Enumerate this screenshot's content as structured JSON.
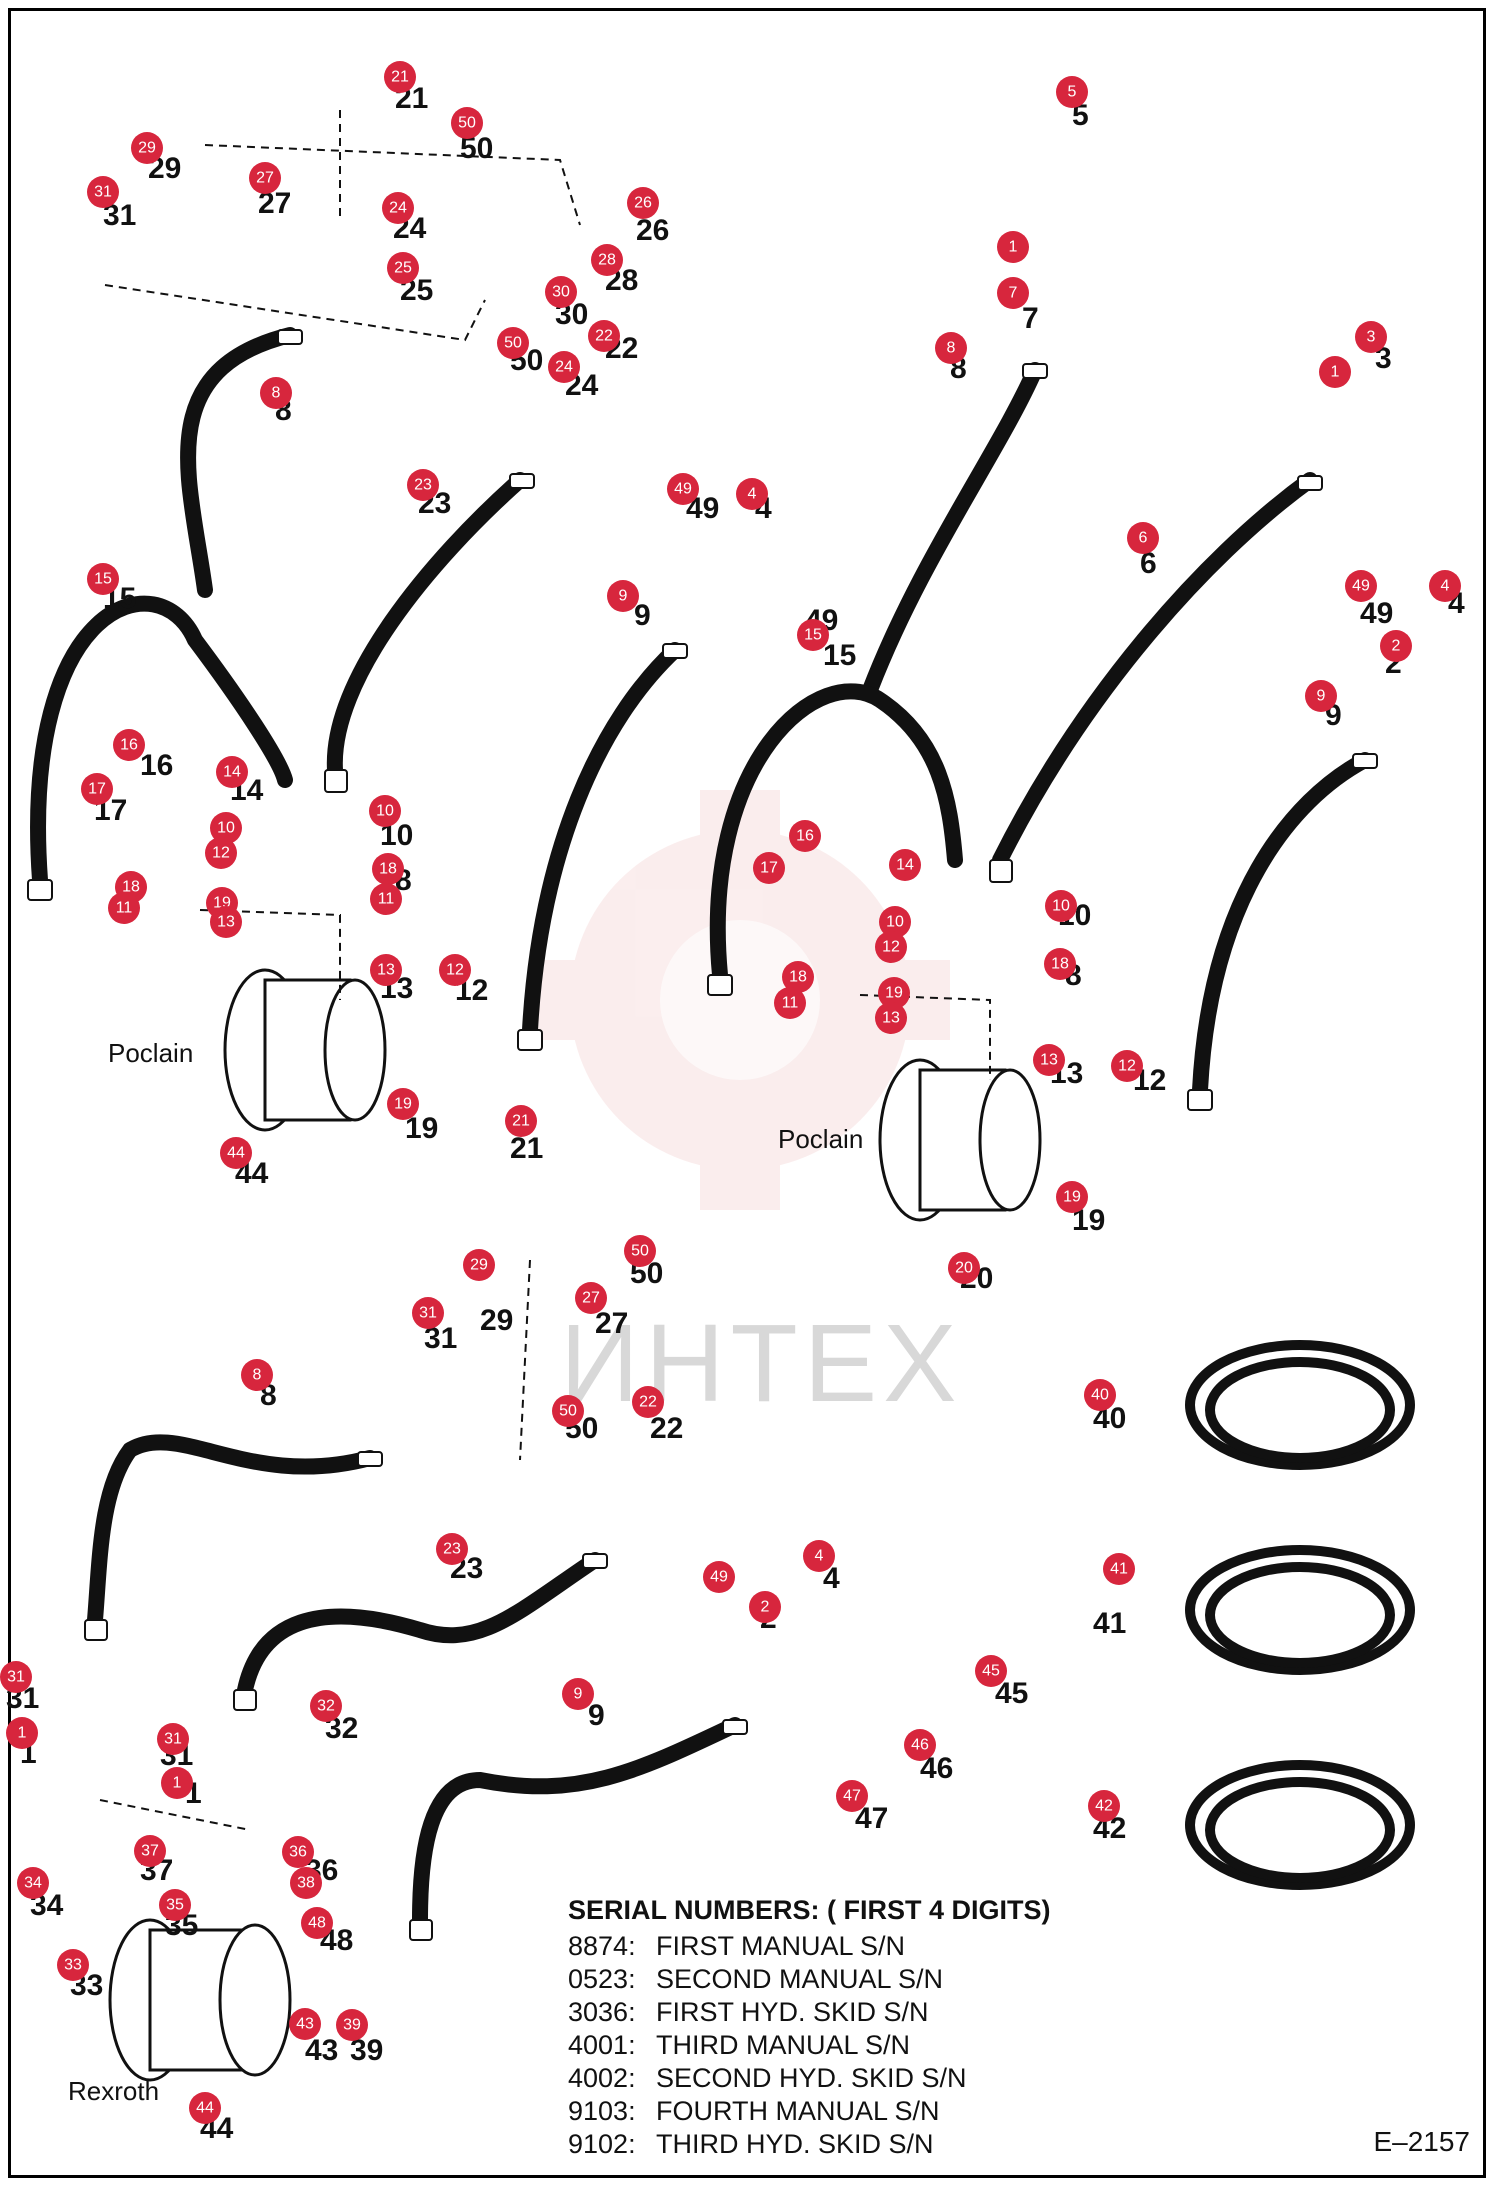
{
  "watermark_text": "ИНТЕХ",
  "captions": {
    "poclain_left": "Poclain",
    "poclain_right": "Poclain",
    "rexroth": "Rexroth"
  },
  "serial_numbers": {
    "heading": "SERIAL NUMBERS: ( FIRST 4 DIGITS)",
    "rows": [
      {
        "code": "8874:",
        "text": "FIRST MANUAL S/N"
      },
      {
        "code": "0523:",
        "text": "SECOND MANUAL S/N"
      },
      {
        "code": "3036:",
        "text": "FIRST HYD. SKID S/N"
      },
      {
        "code": "4001:",
        "text": "THIRD MANUAL S/N"
      },
      {
        "code": "4002:",
        "text": "SECOND HYD. SKID S/N"
      },
      {
        "code": "9103:",
        "text": "FOURTH MANUAL S/N"
      },
      {
        "code": "9102:",
        "text": "THIRD HYD. SKID S/N"
      }
    ]
  },
  "drawing_id": "E–2157",
  "part_labels": [
    "21",
    "50",
    "29",
    "27",
    "31",
    "24",
    "25",
    "26",
    "28",
    "30",
    "22",
    "8",
    "23",
    "15",
    "16",
    "17",
    "14",
    "10",
    "40",
    "12",
    "18",
    "11",
    "13",
    "19",
    "44",
    "49",
    "4",
    "9",
    "5",
    "1",
    "7",
    "3",
    "6",
    "2",
    "20",
    "41",
    "42",
    "32",
    "37",
    "36",
    "34",
    "35",
    "38",
    "48",
    "33",
    "43",
    "39",
    "45",
    "46",
    "47"
  ],
  "badge_color": "#d7263d",
  "accent_color": "#111111"
}
